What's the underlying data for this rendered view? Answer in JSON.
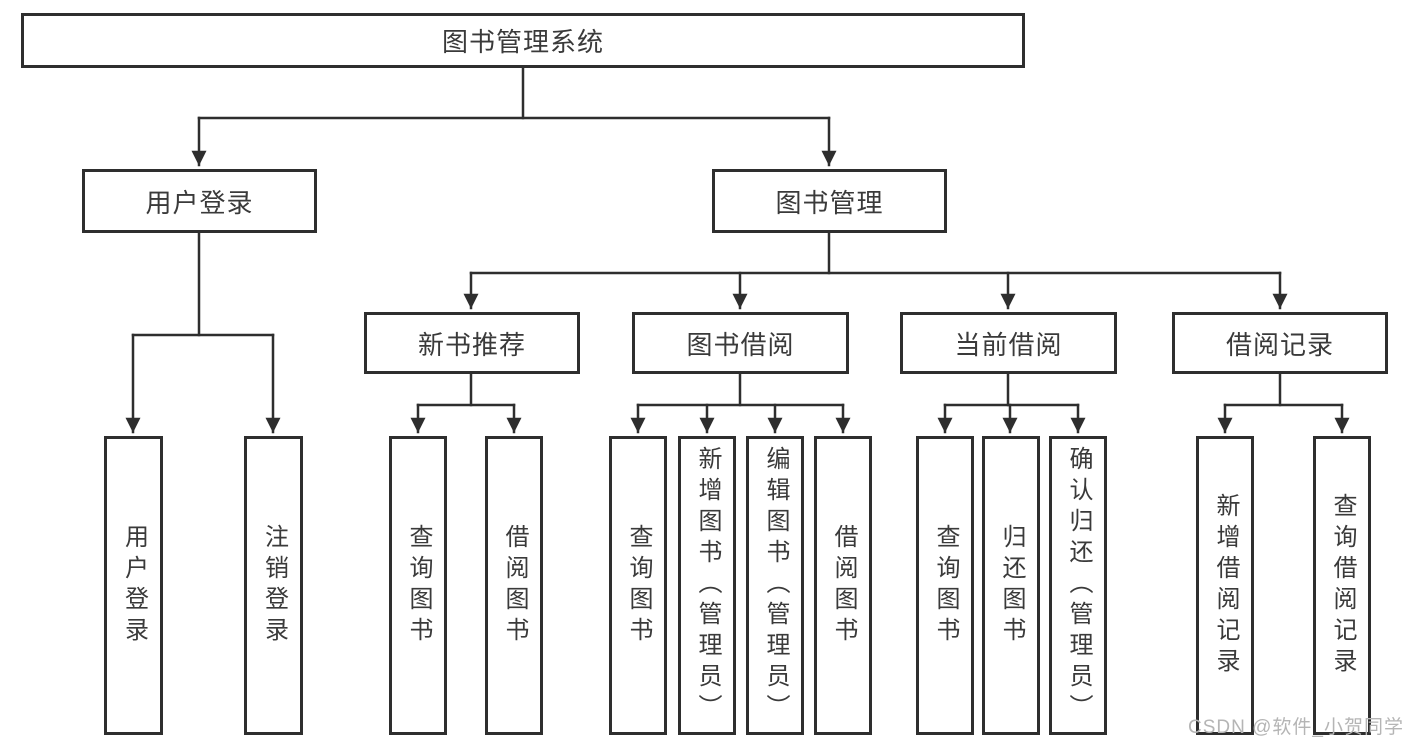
{
  "diagram": {
    "title": "图书管理系统",
    "watermark": "CSDN @软件_小贺同学",
    "colors": {
      "line": "#3a3a3a",
      "border": "#2e2e2e",
      "text": "#3a3a3a",
      "background": "#ffffff",
      "watermark": "#b5b5b5"
    },
    "nodes": {
      "root": {
        "label": "图书管理系统"
      },
      "user_login": {
        "label": "用户登录"
      },
      "book_mgmt": {
        "label": "图书管理"
      },
      "new_book_rec": {
        "label": "新书推荐"
      },
      "book_borrow": {
        "label": "图书借阅"
      },
      "current_borrow": {
        "label": "当前借阅"
      },
      "borrow_record": {
        "label": "借阅记录"
      },
      "leaf_user_login": {
        "label": "用户登录"
      },
      "leaf_logout": {
        "label": "注销登录"
      },
      "leaf_query_book_1": {
        "label": "查询图书"
      },
      "leaf_borrow_book_1": {
        "label": "借阅图书"
      },
      "leaf_query_book_2": {
        "label": "查询图书"
      },
      "leaf_add_book": {
        "label": "新增图书（管理员）"
      },
      "leaf_edit_book": {
        "label": "编辑图书（管理员）"
      },
      "leaf_borrow_book_2": {
        "label": "借阅图书"
      },
      "leaf_query_book_3": {
        "label": "查询图书"
      },
      "leaf_return_book": {
        "label": "归还图书"
      },
      "leaf_confirm_return": {
        "label": "确认归还（管理员）"
      },
      "leaf_add_record": {
        "label": "新增借阅记录"
      },
      "leaf_query_record": {
        "label": "查询借阅记录"
      }
    },
    "hierarchy": [
      {
        "parent": "图书管理系统",
        "children": [
          "用户登录",
          "图书管理"
        ]
      },
      {
        "parent": "用户登录",
        "children": [
          "用户登录",
          "注销登录"
        ]
      },
      {
        "parent": "图书管理",
        "children": [
          "新书推荐",
          "图书借阅",
          "当前借阅",
          "借阅记录"
        ]
      },
      {
        "parent": "新书推荐",
        "children": [
          "查询图书",
          "借阅图书"
        ]
      },
      {
        "parent": "图书借阅",
        "children": [
          "查询图书",
          "新增图书（管理员）",
          "编辑图书（管理员）",
          "借阅图书"
        ]
      },
      {
        "parent": "当前借阅",
        "children": [
          "查询图书",
          "归还图书",
          "确认归还（管理员）"
        ]
      },
      {
        "parent": "借阅记录",
        "children": [
          "新增借阅记录",
          "查询借阅记录"
        ]
      }
    ]
  }
}
